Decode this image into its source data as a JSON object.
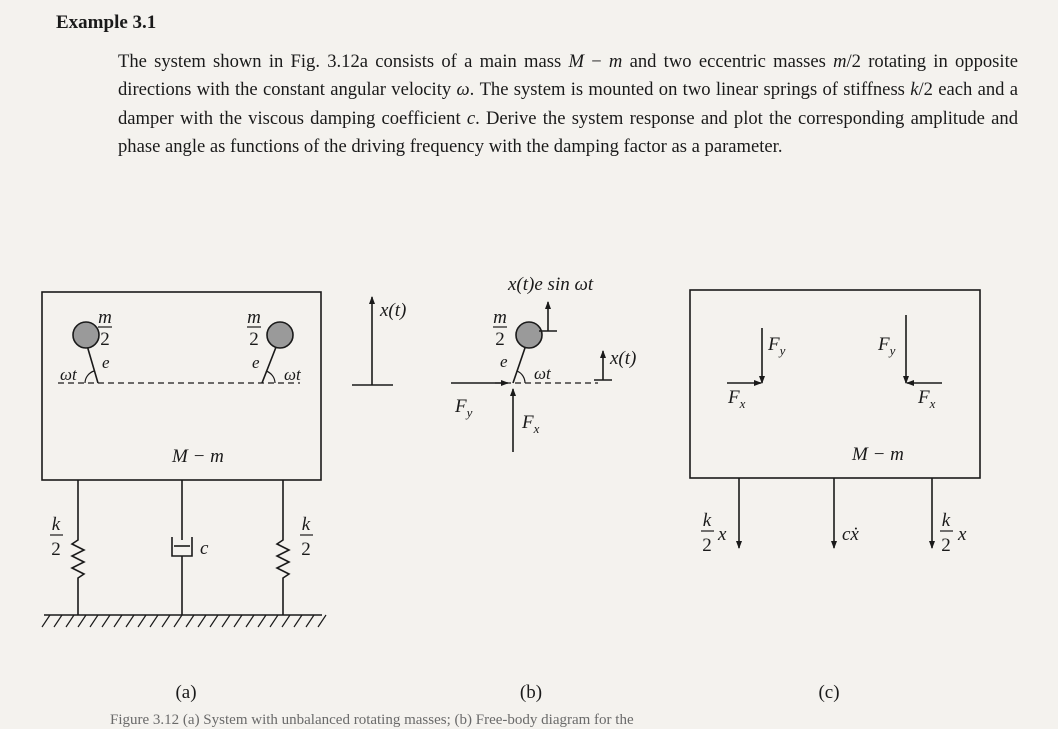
{
  "example": {
    "title": "Example 3.1",
    "text_segments": [
      {
        "t": "The system shown in Fig. 3.12a consists of a main mass ",
        "i": false
      },
      {
        "t": "M",
        "i": true
      },
      {
        "t": " − ",
        "i": false
      },
      {
        "t": "m",
        "i": true
      },
      {
        "t": " and two eccentric masses ",
        "i": false
      },
      {
        "t": "m",
        "i": true
      },
      {
        "t": "/2 rotating in opposite directions with the constant angular velocity ",
        "i": false
      },
      {
        "t": "ω",
        "i": true
      },
      {
        "t": ". The system is mounted on two linear springs of stiffness ",
        "i": false
      },
      {
        "t": "k",
        "i": true
      },
      {
        "t": "/2 each and a damper with the viscous damping coefficient ",
        "i": false
      },
      {
        "t": "c",
        "i": true
      },
      {
        "t": ". Derive the system response and plot the corresponding amplitude and phase angle as functions of the driving frequency with the damping factor as a parameter.",
        "i": false
      }
    ]
  },
  "figure": {
    "panel_a": {
      "caption": "(a)",
      "mass_numer": "m",
      "mass_denom": "2",
      "ecc": "e",
      "angle": "ωt",
      "body_label": "M − m",
      "spring_numer": "k",
      "spring_denom": "2",
      "damper": "c",
      "disp": "x(t)"
    },
    "panel_b": {
      "caption": "(b)",
      "top_label": "x(t)e sin ωt",
      "mass_numer": "m",
      "mass_denom": "2",
      "ecc": "e",
      "angle": "ωt",
      "disp": "x(t)",
      "fy": "F",
      "fy_sub": "y",
      "fx": "F",
      "fx_sub": "x"
    },
    "panel_c": {
      "caption": "(c)",
      "body_label": "M − m",
      "f": "F",
      "sub_x": "x",
      "sub_y": "y",
      "spring_numer": "k",
      "spring_denom": "2",
      "spring_var": "x",
      "damper_force": "cẋ"
    }
  },
  "bleed": {
    "caption_line": "Figure 3.12   (a) System with unbalanced rotating masses;   (b) Free-body diagram for the"
  }
}
